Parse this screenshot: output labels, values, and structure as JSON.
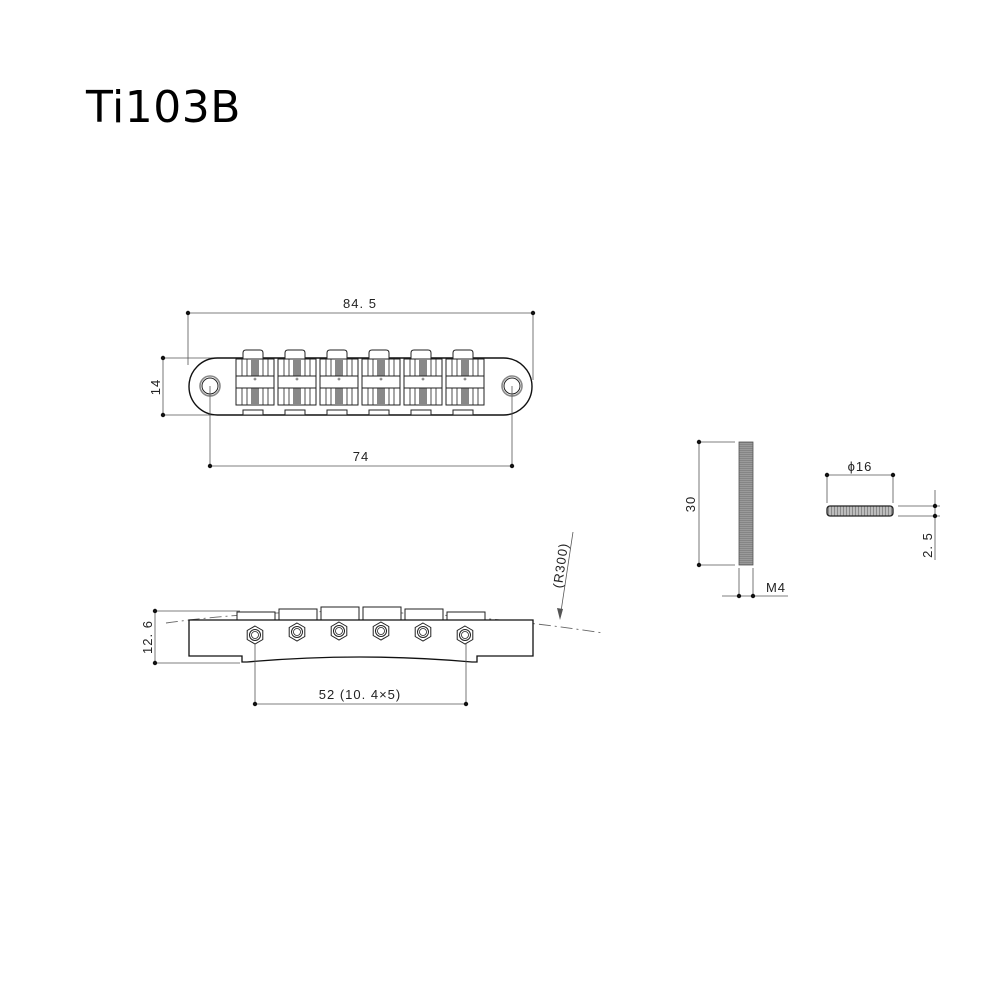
{
  "title": "Ti103B",
  "top_view": {
    "overall_length": "84. 5",
    "stud_spacing": "74",
    "height": "14",
    "saddle_count": 6
  },
  "side_view": {
    "height": "12. 6",
    "string_spacing": "52 (10. 4×5)",
    "radius": "(R300)"
  },
  "stud": {
    "length": "30",
    "thread": "M4"
  },
  "thumbwheel": {
    "diameter": "ϕ16",
    "thickness": "2. 5"
  },
  "colors": {
    "line": "#111111",
    "dimension_line": "#555555",
    "hatch": "#888888",
    "background": "#ffffff"
  }
}
